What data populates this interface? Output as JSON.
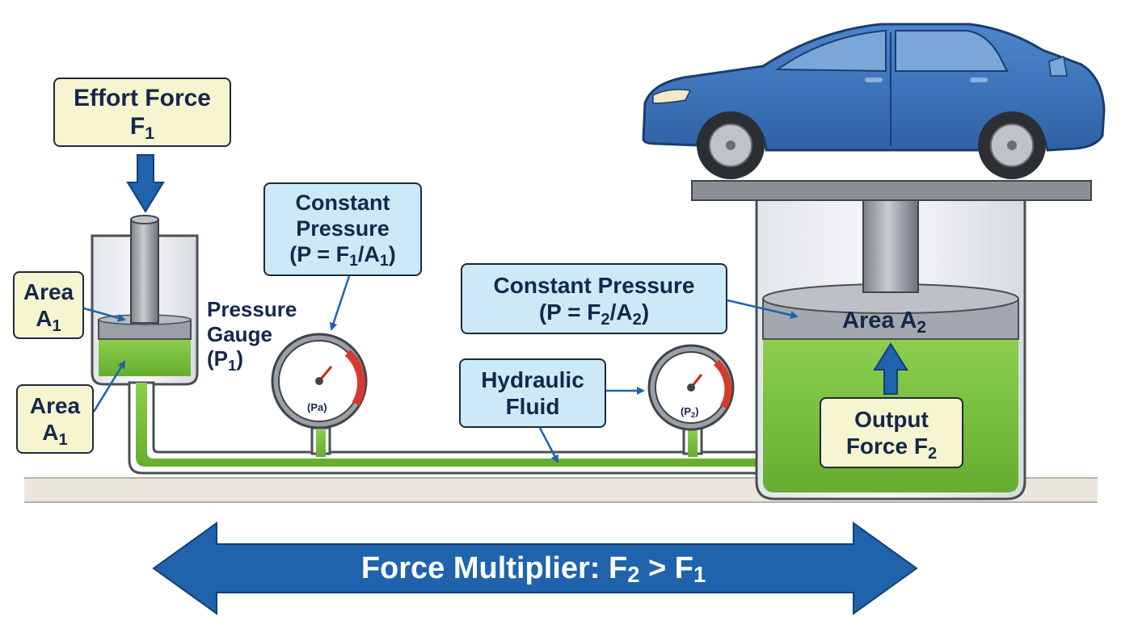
{
  "effort": {
    "line1": "Effort Force",
    "symbol": "F",
    "sub": "1"
  },
  "area_left_top": {
    "line1": "Area",
    "symbol": "A",
    "sub": "1"
  },
  "area_left_bottom": {
    "line1": "Area",
    "symbol": "A",
    "sub": "1"
  },
  "constant_pressure_1": {
    "line1": "Constant",
    "line2": "Pressure",
    "open": "(P = F",
    "sub1": "1",
    "mid": "/A",
    "sub2": "1",
    "close": ")"
  },
  "pressure_gauge": {
    "line1": "Pressure",
    "line2": "Gauge",
    "open": "(P",
    "sub": "1",
    "close": ")"
  },
  "gauge1_unit": "(Pa)",
  "gauge2": {
    "open": "(P",
    "sub": "2",
    "close": ")"
  },
  "constant_pressure_2": {
    "line1": "Constant Pressure",
    "open": "(P = F",
    "sub1": "2",
    "mid": "/A",
    "sub2": "2",
    "close": ")"
  },
  "hydraulic": {
    "line1": "Hydraulic",
    "line2": "Fluid"
  },
  "area_right": {
    "line1": "Area A",
    "sub": "2"
  },
  "output": {
    "line1": "Output",
    "line2": "Force F",
    "sub": "2"
  },
  "banner": {
    "text": "Force Multiplier: F",
    "sub1": "2",
    "mid": " > F",
    "sub2": "1"
  },
  "colors": {
    "fluid": "#7cc242",
    "arrow_blue": "#1f63ad",
    "label_yellow": "#f7f5cf",
    "label_blue": "#cce9f8",
    "car": "#3a72b8"
  }
}
